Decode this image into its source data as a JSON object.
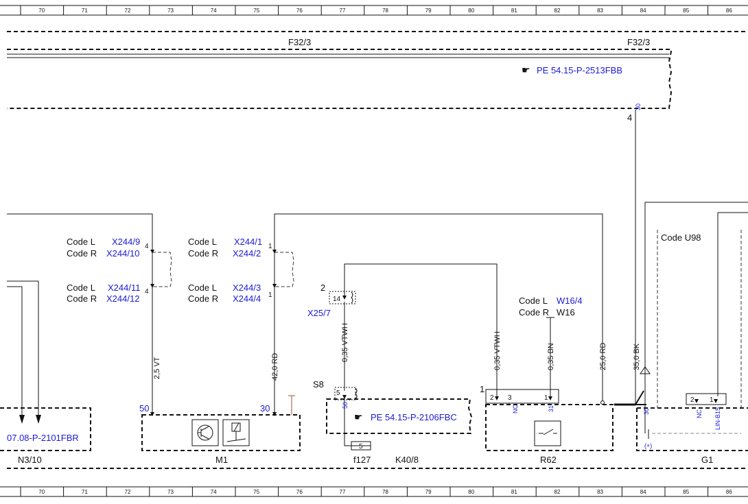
{
  "ruler": {
    "columns": [
      "70",
      "71",
      "72",
      "73",
      "74",
      "75",
      "76",
      "77",
      "78",
      "79",
      "80",
      "81",
      "82",
      "83",
      "84",
      "85",
      "86"
    ]
  },
  "fuse_box": {
    "label_left": "F32/3",
    "label_right": "F32/3",
    "ref": "PE 54.15-P-2513FBB",
    "pin": "30",
    "pin_num": "4"
  },
  "connectors": {
    "left": {
      "code_l_1": "Code L",
      "code_l_1_ref": "X244/9",
      "code_r_1": "Code R",
      "code_r_1_ref": "X244/10",
      "code_l_2": "Code L",
      "code_l_2_ref": "X244/11",
      "code_r_2": "Code R",
      "code_r_2_ref": "X244/12",
      "pin_top": "4",
      "pin_bot": "4"
    },
    "right": {
      "code_l_1": "Code L",
      "code_l_1_ref": "X244/1",
      "code_r_1": "Code R",
      "code_r_1_ref": "X244/2",
      "code_l_2": "Code L",
      "code_l_2_ref": "X244/3",
      "code_r_2": "Code R",
      "code_r_2_ref": "X244/4",
      "pin_top": "1",
      "pin_bot": "1"
    }
  },
  "wires": {
    "w1": "2,5 VT",
    "w2": "42,0 RD",
    "w3": "0,35 VTWH",
    "w4": "0,35 VTWH",
    "w5": "0,35 BN",
    "w6": "25,0 RD",
    "w7": "35,0 BK"
  },
  "x25": {
    "label": "X25/7",
    "pin_outer": "2",
    "pin_inner": "14"
  },
  "s8": {
    "label": "S8",
    "pin": "5",
    "pin2": "50",
    "ref": "PE 54.15-P-2106FBC"
  },
  "fuse": {
    "value": "5",
    "label": "f127",
    "label2": "K40/8"
  },
  "w16": {
    "code_l": "Code L",
    "code_l_ref": "W16/4",
    "code_r": "Code R",
    "code_r_ref": "W16"
  },
  "r62": {
    "label": "R62",
    "pin1": "1",
    "pin2": "2",
    "pin3": "3",
    "pin31": "1",
    "nc": "NC",
    "gnd": "31"
  },
  "m1": {
    "label": "M1",
    "pin50": "50",
    "pin30": "30"
  },
  "n310": {
    "label": "N3/10",
    "ref": "07.08-P-2101FBR"
  },
  "g1": {
    "label": "G1",
    "code": "Code U98",
    "pin2": "2",
    "pin1": "1",
    "nc": "NC",
    "lin": "LIN-B15",
    "pin30": "30",
    "plus": "(+)"
  }
}
